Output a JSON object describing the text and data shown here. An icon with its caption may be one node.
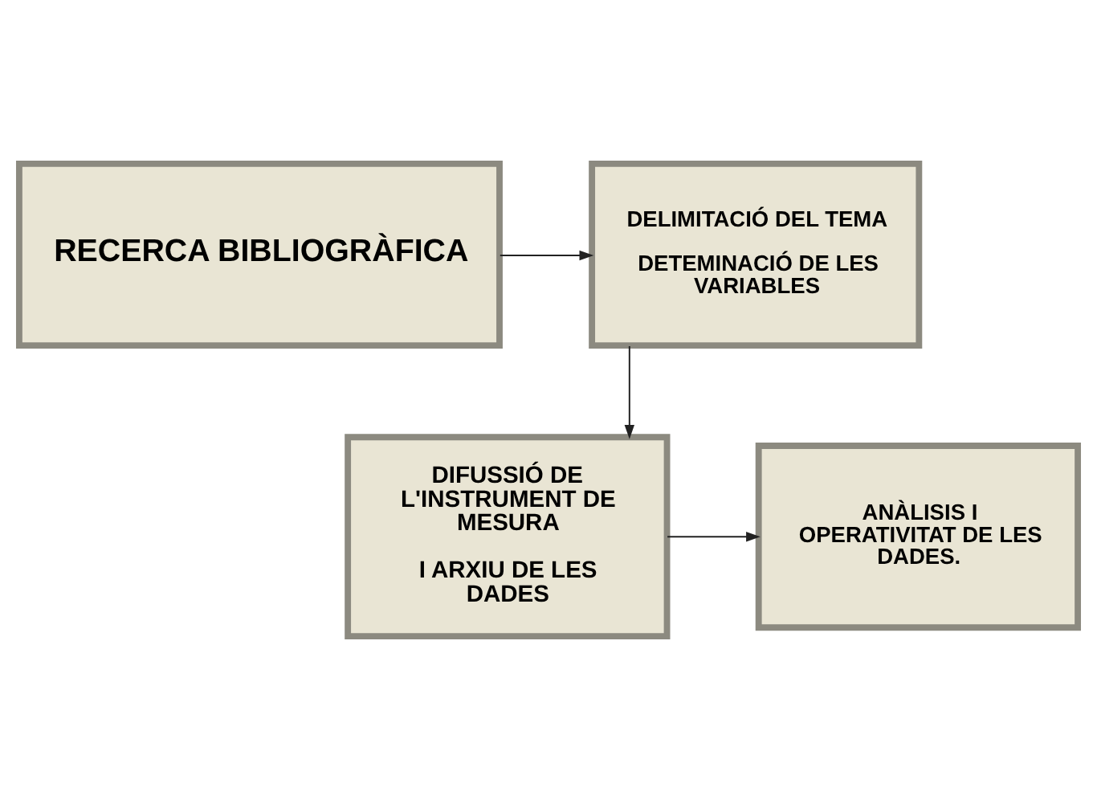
{
  "diagram": {
    "nodes": [
      {
        "text": [
          "RECERCA BIBLIOGRÀFICA"
        ]
      },
      {
        "text": [
          "DELIMITACIÓ DEL TEMA",
          "DETEMINACIÓ DE LES VARIABLES"
        ]
      },
      {
        "text": [
          "DIFUSSIÓ DE L'INSTRUMENT DE MESURA",
          "I ARXIU DE LES DADES"
        ]
      },
      {
        "text": [
          "ANÀLISIS I OPERATIVITAT DE LES DADES."
        ]
      }
    ],
    "edges": [
      {
        "from": 0,
        "to": 1,
        "arrow": "to"
      },
      {
        "from": 1,
        "to": 2,
        "arrow": "to"
      },
      {
        "from": 2,
        "to": 3,
        "arrow": "to"
      }
    ]
  }
}
